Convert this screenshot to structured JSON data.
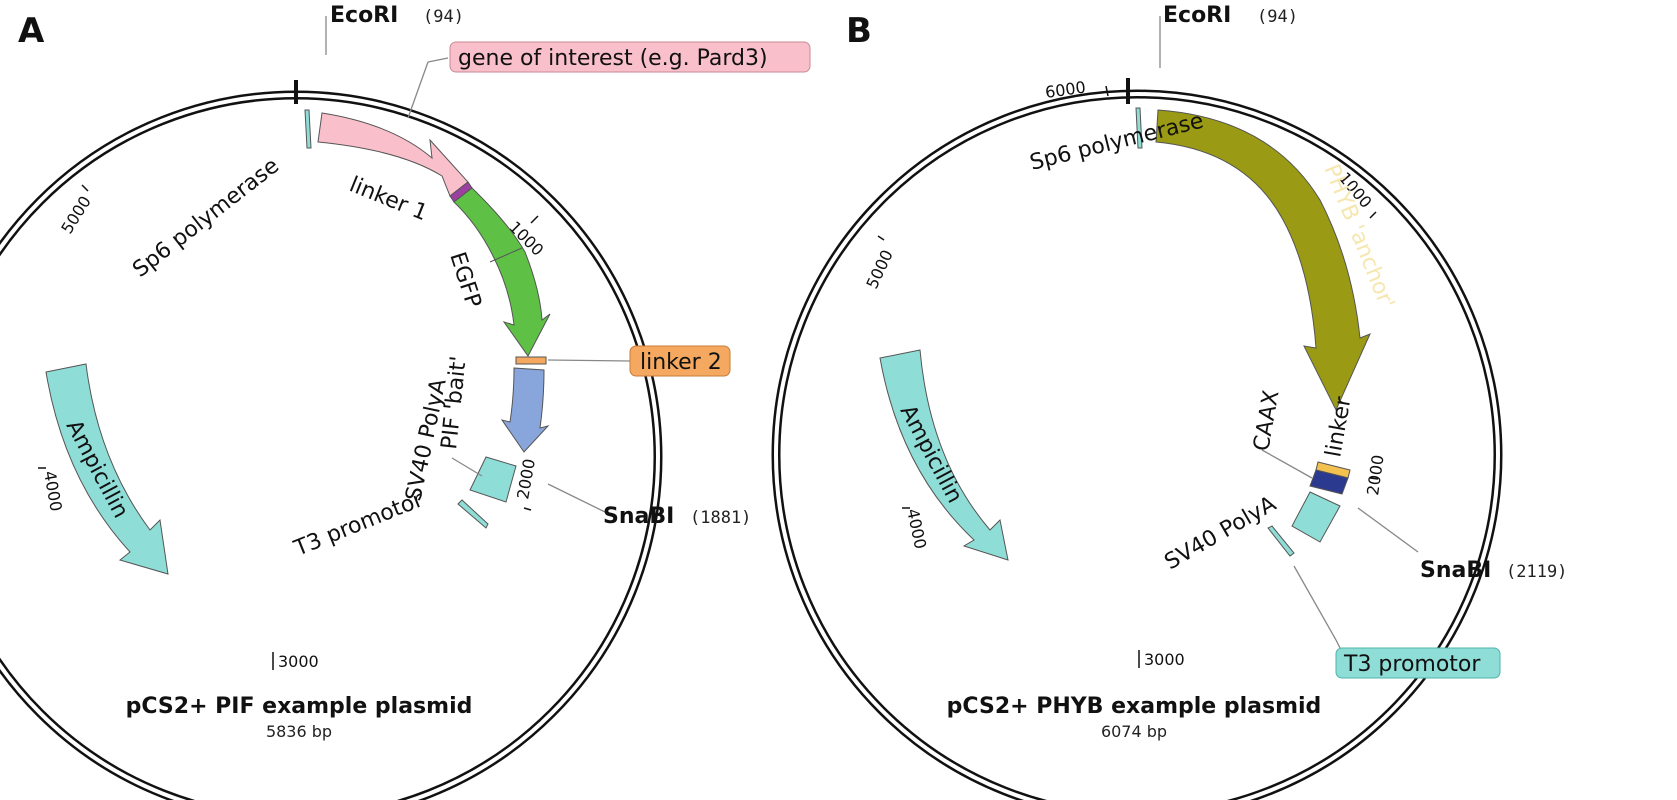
{
  "panel_a": {
    "letter": "A",
    "title": "pCS2+ PIF example plasmid",
    "size": "5836 bp",
    "sites": {
      "ecori_name": "EcoRI",
      "ecori_pos": "(94)",
      "snabi_name": "SnaBI",
      "snabi_pos": "(1881)"
    },
    "ticks": {
      "t1000": "1000",
      "t2000": "2000",
      "t3000": "3000",
      "t4000": "4000",
      "t5000": "5000"
    },
    "labels": {
      "gene": "gene of interest (e.g. Pard3)",
      "linker1": "linker 1",
      "egfp": "EGFP",
      "linker2": "linker 2",
      "pif": "PIF 'bait'",
      "sv40": "SV40 PolyA",
      "t3": "T3 promotor",
      "sp6": "Sp6 polymerase",
      "amp": "Ampicillin"
    }
  },
  "panel_b": {
    "letter": "B",
    "title": "pCS2+ PHYB example plasmid",
    "size": "6074 bp",
    "sites": {
      "ecori_name": "EcoRI",
      "ecori_pos": "(94)",
      "snabi_name": "SnaBI",
      "snabi_pos": "(2119)"
    },
    "ticks": {
      "t1000": "1000",
      "t2000": "2000",
      "t3000": "3000",
      "t4000": "4000",
      "t5000": "5000",
      "t6000": "6000"
    },
    "labels": {
      "phyb": "PHYB 'anchor'",
      "linker": "linker",
      "caax": "CAAX",
      "sv40": "SV40 PolyA",
      "t3": "T3 promotor",
      "sp6": "Sp6 polymerase",
      "amp": "Ampicillin"
    }
  },
  "colors": {
    "gene": "#f9c0cb",
    "linker1": "#9b3fa0",
    "egfp": "#5ec146",
    "linker2": "#f5a860",
    "pif": "#88a6dc",
    "teal": "#8fddd7",
    "phyb": "#9a9a14",
    "linker_b": "#f3c14f",
    "caax": "#2b3a8f",
    "gene_box": "#f9c0cb",
    "linker2_box": "#f5a860",
    "t3_box": "#8fddd7"
  }
}
